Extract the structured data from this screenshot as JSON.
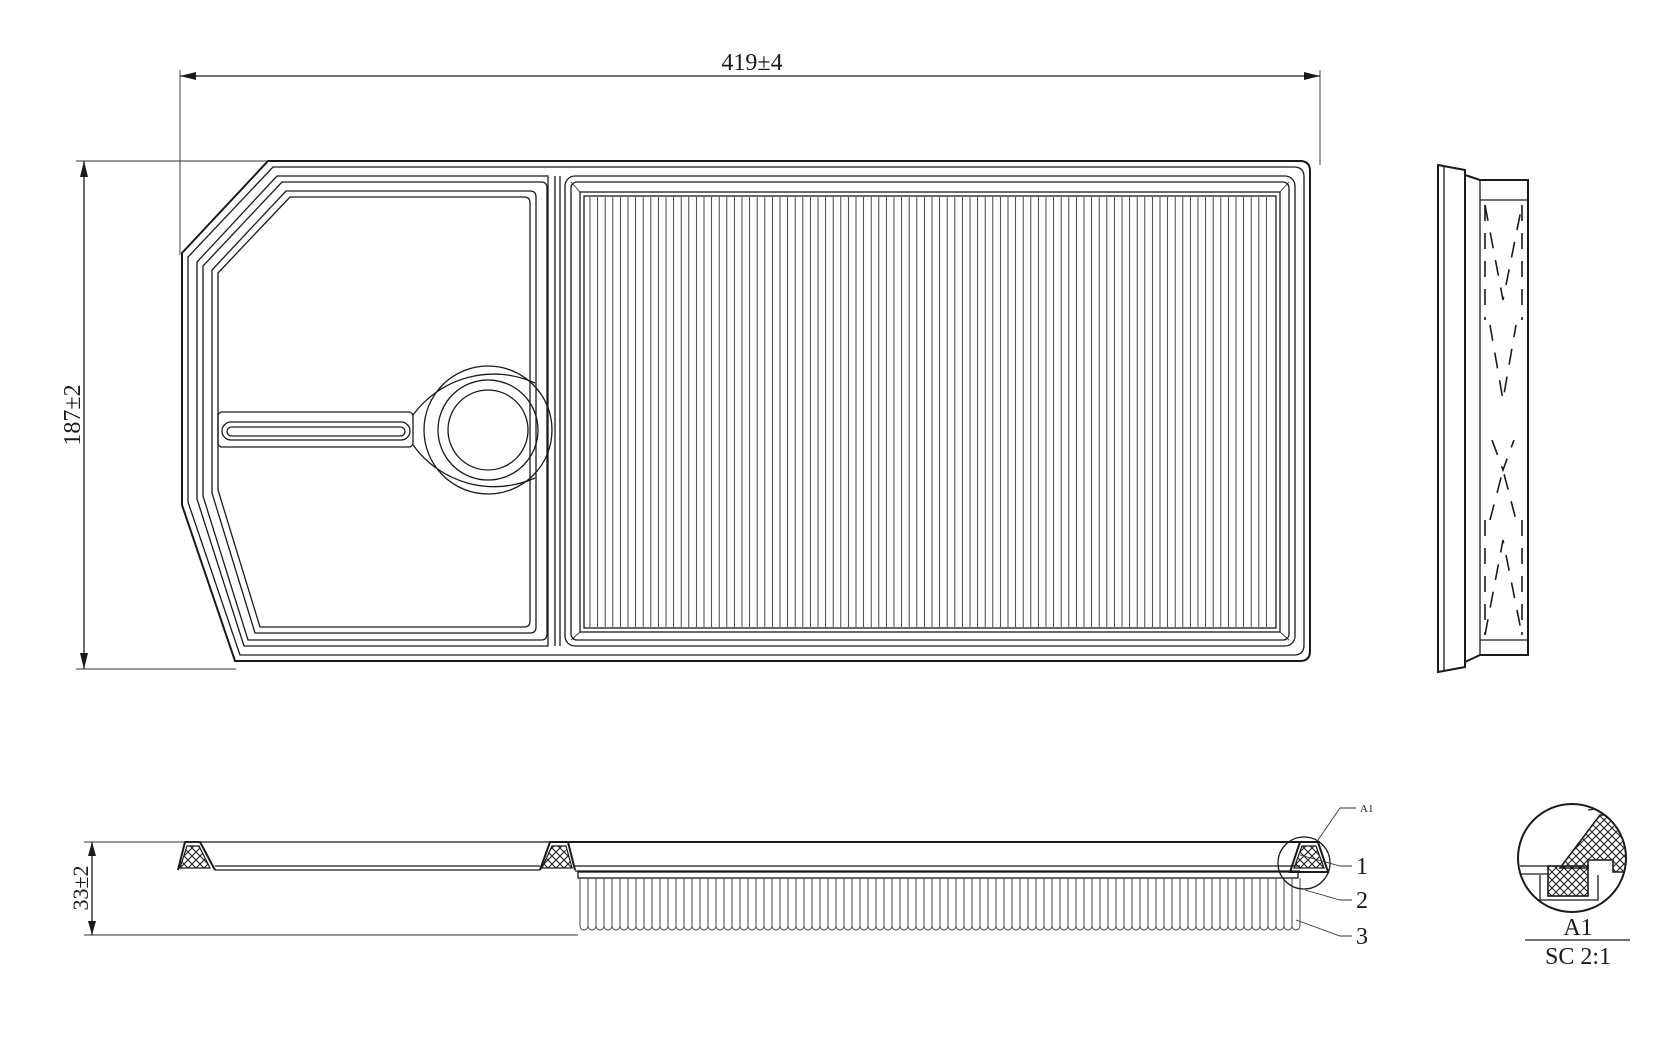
{
  "dimensions": {
    "length": "419±4",
    "width": "187±2",
    "height": "33±2"
  },
  "callouts": {
    "detail_marker": "A1",
    "item_1": "1",
    "item_2": "2",
    "item_3": "3"
  },
  "detail": {
    "label": "A1",
    "scale": "SC 2:1"
  },
  "colors": {
    "line": "#1a1a1a",
    "background": "#ffffff"
  }
}
